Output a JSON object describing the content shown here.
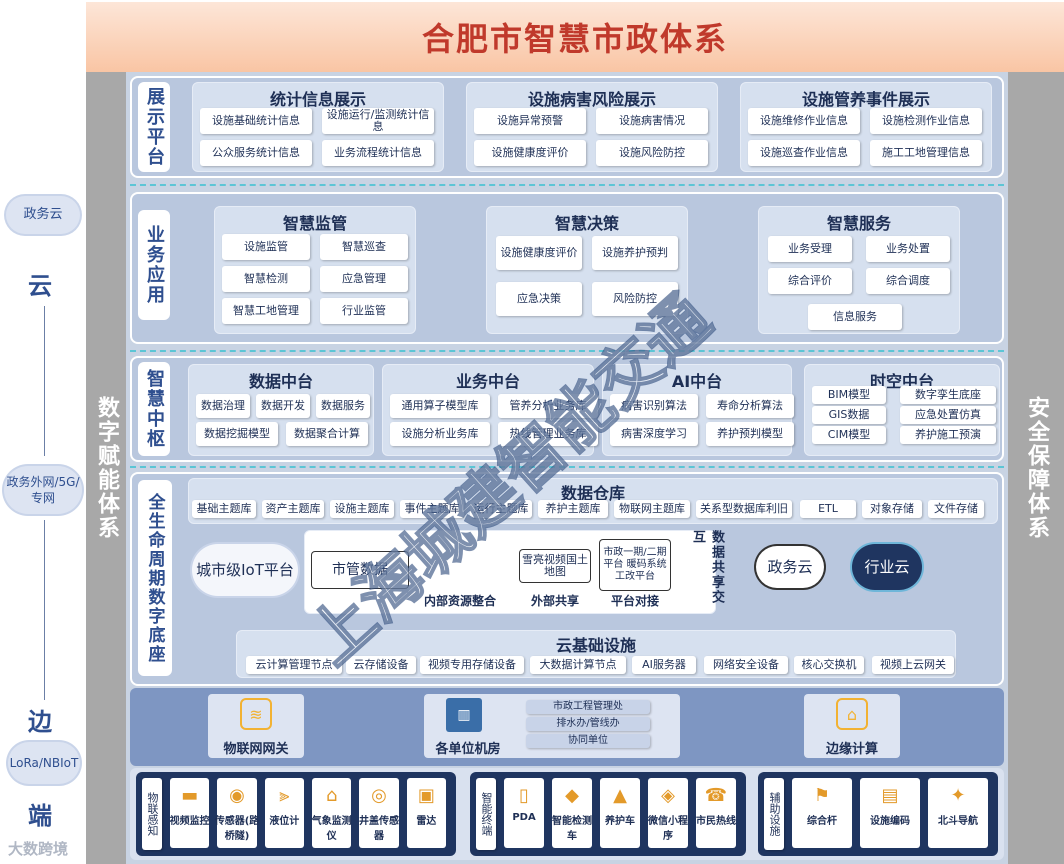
{
  "title": "合肥市智慧市政体系",
  "left_system": "数字赋能体系",
  "right_system": "安全保障体系",
  "side": {
    "gov_cloud": "政务云",
    "yun": "云",
    "net": "政务外网/5G/专网",
    "bian": "边",
    "lora": "LoRa/NBIoT",
    "duan": "端"
  },
  "display": {
    "label": "展示平台",
    "panels": [
      {
        "title": "统计信息展示",
        "items": [
          "设施基础统计信息",
          "设施运行/监测统计信息",
          "公众服务统计信息",
          "业务流程统计信息"
        ]
      },
      {
        "title": "设施病害风险展示",
        "items": [
          "设施异常预警",
          "设施病害情况",
          "设施健康度评价",
          "设施风险防控"
        ]
      },
      {
        "title": "设施管养事件展示",
        "items": [
          "设施维修作业信息",
          "设施检测作业信息",
          "设施巡查作业信息",
          "施工工地管理信息"
        ]
      }
    ]
  },
  "business": {
    "label": "业务应用",
    "panels": [
      {
        "title": "智慧监管",
        "items": [
          "设施监管",
          "智慧巡查",
          "智慧检测",
          "应急管理",
          "智慧工地管理",
          "行业监管"
        ]
      },
      {
        "title": "智慧决策",
        "items": [
          "设施健康度评价",
          "设施养护预判",
          "应急决策",
          "风险防控"
        ]
      },
      {
        "title": "智慧服务",
        "items": [
          "业务受理",
          "业务处置",
          "综合评价",
          "综合调度",
          "信息服务"
        ]
      }
    ]
  },
  "hub": {
    "label": "智慧中枢",
    "panels": [
      {
        "title": "数据中台",
        "items": [
          "数据治理",
          "数据开发",
          "数据服务",
          "数据挖掘模型",
          "数据聚合计算"
        ]
      },
      {
        "title": "业务中台",
        "items": [
          "通用算子模型库",
          "管养分析业务库",
          "设施分析业务库",
          "热线管理业务库"
        ]
      },
      {
        "title": "AI中台",
        "items": [
          "病害识别算法",
          "寿命分析算法",
          "病害深度学习",
          "养护预判模型"
        ]
      },
      {
        "title": "时空中台",
        "items": [
          "BIM模型",
          "数字孪生底座",
          "GIS数据",
          "应急处置仿真",
          "CIM模型",
          "养护施工预演"
        ]
      }
    ]
  },
  "base": {
    "label": "全生命周期数字底座",
    "warehouse_title": "数据仓库",
    "warehouse_items": [
      "基础主题库",
      "资产主题库",
      "设施主题库",
      "事件主题库",
      "运行主题库",
      "养护主题库",
      "物联网主题库",
      "关系型数据库利旧",
      "ETL",
      "对象存储",
      "文件存储"
    ],
    "iot_platform": "城市级IoT平台",
    "share_items": [
      {
        "label": "内部资源整合",
        "doc": "市管数据"
      },
      {
        "label": "外部共享",
        "doc": "雪亮视频国土地图"
      },
      {
        "label": "平台对接",
        "doc": "市政一期/二期平台 暖码系统 工改平台"
      }
    ],
    "share_side": "数据共享交互",
    "gov_cloud": "政务云",
    "industry_cloud": "行业云",
    "infra_title": "云基础设施",
    "infra_items": [
      "云计算管理节点",
      "云存储设备",
      "视频专用存储设备",
      "大数据计算节点",
      "AI服务器",
      "网络安全设备",
      "核心交换机",
      "视频上云网关"
    ]
  },
  "edge": {
    "gateway": "物联网网关",
    "rooms": "各单位机房",
    "units": [
      "市政工程管理处",
      "排水办/管线办",
      "协同单位"
    ],
    "edge_compute": "边缘计算"
  },
  "terminal": {
    "groups": [
      {
        "label": "物联感知",
        "items": [
          "视频监控",
          "传感器(路桥隧)",
          "液位计",
          "气象监测仪",
          "井盖传感器",
          "雷达"
        ]
      },
      {
        "label": "智能终端",
        "items": [
          "PDA",
          "智能检测车",
          "养护车",
          "微信小程序",
          "市民热线"
        ]
      },
      {
        "label": "辅助设施",
        "items": [
          "综合杆",
          "设施编码",
          "北斗导航"
        ]
      }
    ]
  },
  "footer_logo": "大数跨境",
  "watermark": "上海城建智能交通"
}
